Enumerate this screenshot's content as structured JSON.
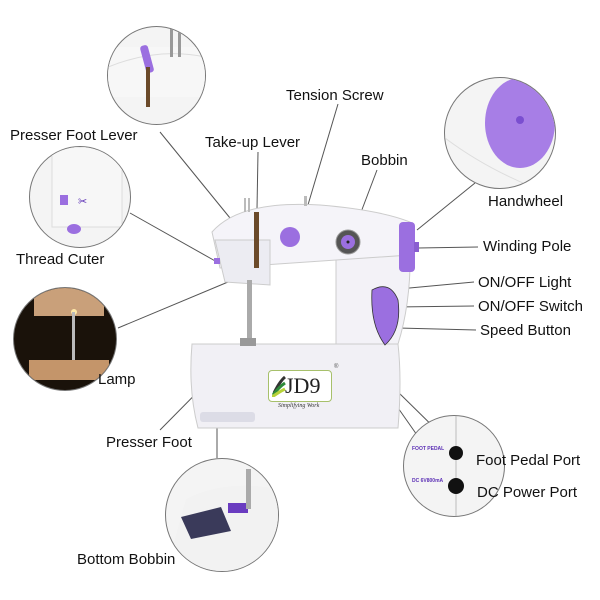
{
  "title": "Sewing Machine Parts Diagram",
  "brand": {
    "name": "JD9",
    "tagline": "Simplifying Work",
    "registered_mark": "®"
  },
  "labels": {
    "presser_foot_lever": "Presser Foot Lever",
    "tension_screw": "Tension Screw",
    "take_up_lever": "Take-up Lever",
    "bobbin": "Bobbin",
    "handwheel": "Handwheel",
    "thread_cutter": "Thread Cuter",
    "winding_pole": "Winding Pole",
    "on_off_light": "ON/OFF Light",
    "on_off_switch": "ON/OFF Switch",
    "speed_button": "Speed Button",
    "lamp": "Lamp",
    "presser_foot": "Presser Foot",
    "foot_pedal_port": "Foot Pedal Port",
    "dc_power_port": "DC Power Port",
    "bottom_bobbin": "Bottom Bobbin"
  },
  "port_panel": {
    "foot_pedal_text": "FOOT PEDAL",
    "dc_text": "DC 6V800mA"
  },
  "colors": {
    "accent_purple": "#9b6fe0",
    "body_white": "#f3f2f7",
    "leader_line": "#555555",
    "logo_green": "#a7c06b"
  }
}
